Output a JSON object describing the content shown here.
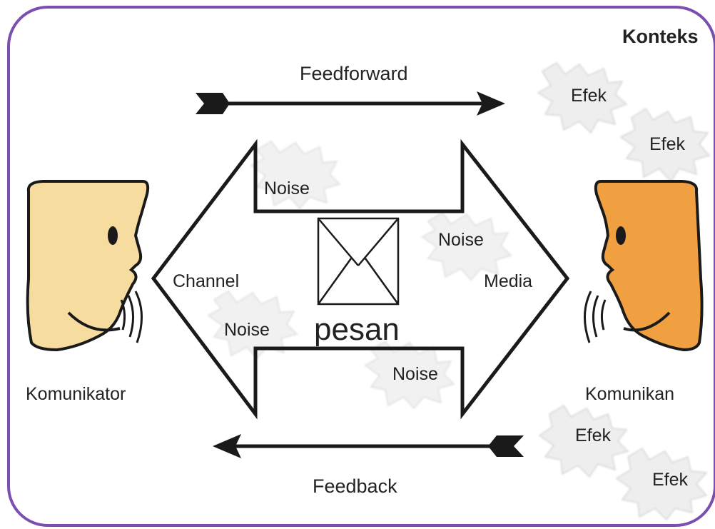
{
  "labels": {
    "context": "Konteks",
    "feedforward": "Feedforward",
    "feedback": "Feedback",
    "channel": "Channel",
    "media": "Media",
    "message": "pesan",
    "noise": "Noise",
    "effect": "Efek",
    "communicator": "Komunikator",
    "communicant": "Komunikan"
  },
  "colors": {
    "frame": "#7b4fb0",
    "communicator_face": "#f7dca0",
    "communicant_face": "#f0a040",
    "outline": "#1a1a1a"
  }
}
